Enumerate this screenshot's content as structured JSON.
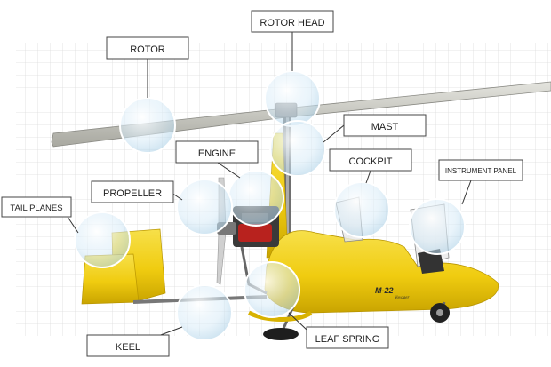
{
  "labels": {
    "rotor": "ROTOR",
    "rotor_head": "ROTOR HEAD",
    "mast": "MAST",
    "engine": "ENGINE",
    "cockpit": "COCKPIT",
    "instrument_panel": "INSTRUMENT PANEL",
    "propeller": "PROPELLER",
    "tail_planes": "TAIL PLANES",
    "keel": "KEEL",
    "leaf_spring": "LEAF SPRING"
  },
  "fuselage_marking": {
    "model": "M-22",
    "script": "Voyager"
  },
  "colors": {
    "body_yellow": "#f2d21a",
    "body_shade": "#d8b200",
    "grid": "#d9d9d9",
    "rotor_blade": "#cfcfc8",
    "engine_red": "#b8221e",
    "callout_lens": "#cfe6f4"
  }
}
